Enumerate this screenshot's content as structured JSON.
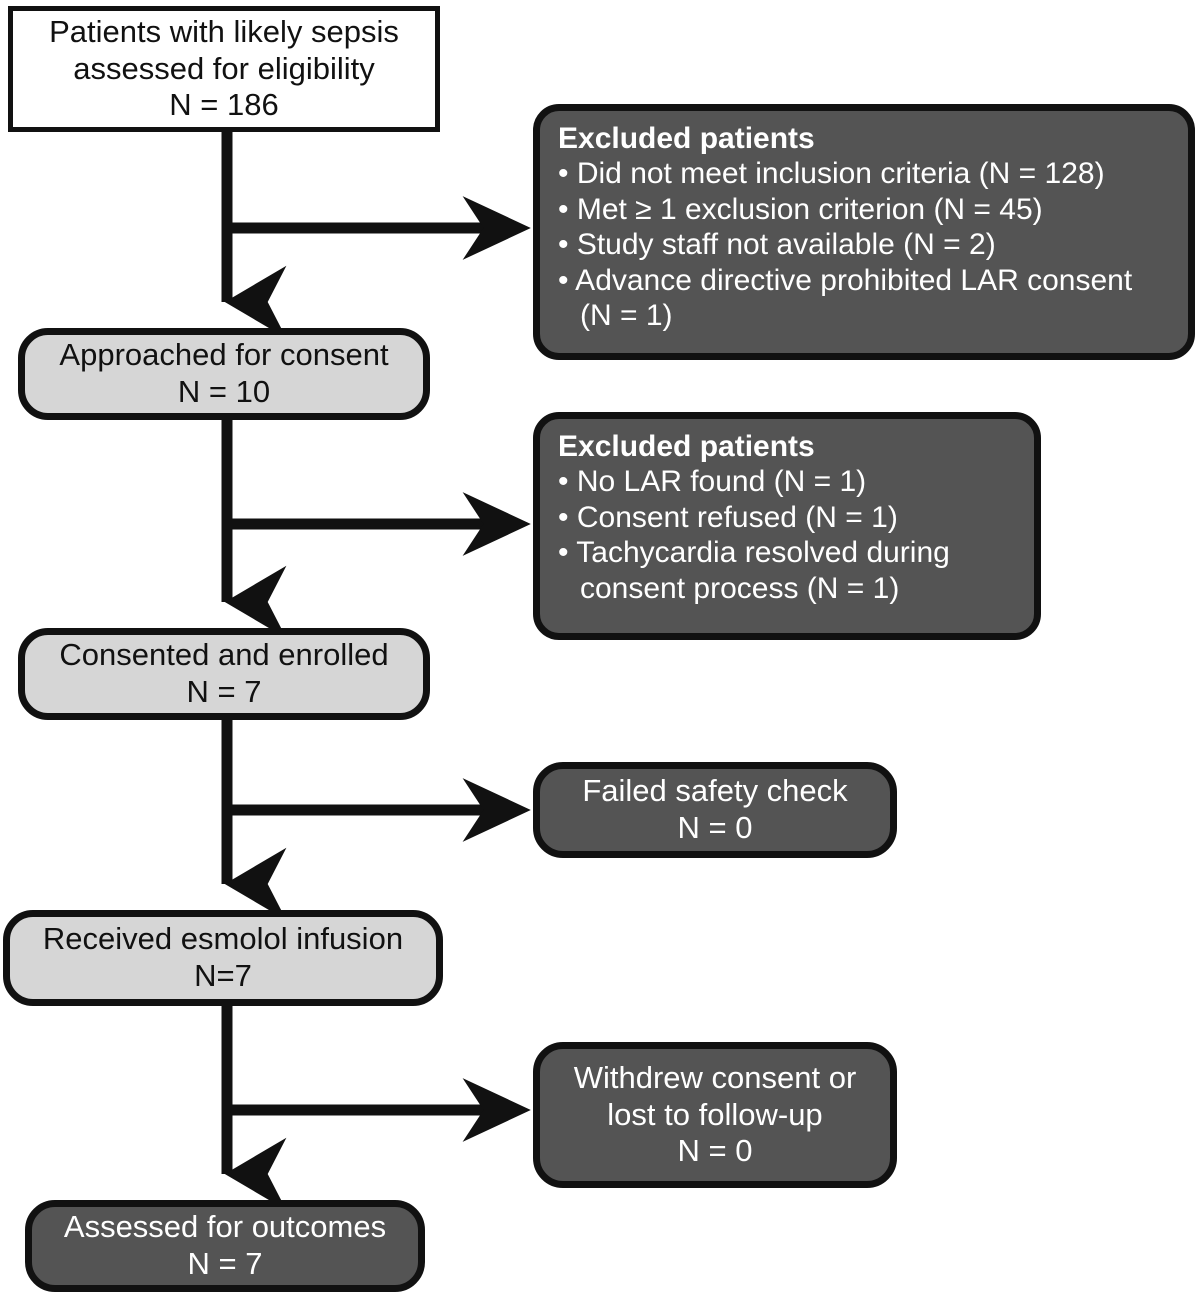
{
  "diagram": {
    "type": "consort-flow-diagram",
    "title": "Patient enrollment flow",
    "colors": {
      "page_background": "#ffffff",
      "stroke": "#111111",
      "light_box_fill": "#d6d6d6",
      "dark_box_fill": "#545454",
      "dark_box_text": "#ffffff",
      "light_box_text": "#111111"
    }
  },
  "nodes": {
    "screened": {
      "style": "white-rectangle",
      "lines": [
        "Patients with likely sepsis",
        "assessed for eligibility",
        "N = 186"
      ]
    },
    "approached": {
      "style": "light-rounded",
      "lines": [
        "Approached for consent",
        "N = 10"
      ]
    },
    "consented": {
      "style": "light-rounded",
      "lines": [
        "Consented and enrolled",
        "N = 7"
      ]
    },
    "esmolol": {
      "style": "light-rounded",
      "lines": [
        "Received esmolol infusion",
        "N=7"
      ]
    },
    "outcomes": {
      "style": "dark-rounded",
      "lines": [
        "Assessed for outcomes",
        "N = 7"
      ]
    },
    "excluded_1": {
      "style": "dark-rounded",
      "heading": "Excluded patients",
      "bullets": [
        "• Did not meet inclusion criteria (N = 128)",
        "• Met ≥ 1 exclusion criterion (N = 45)",
        "• Study staff not available (N = 2)",
        "• Advance directive prohibited LAR consent (N = 1)"
      ]
    },
    "excluded_2": {
      "style": "dark-rounded",
      "heading": "Excluded patients",
      "bullets": [
        "• No LAR found (N = 1)",
        "• Consent refused (N = 1)",
        "• Tachycardia resolved during consent process (N = 1)"
      ]
    },
    "safety": {
      "style": "dark-rounded",
      "lines": [
        "Failed safety check",
        "N = 0"
      ]
    },
    "withdrew": {
      "style": "dark-rounded",
      "lines": [
        "Withdrew consent or",
        "lost to follow-up",
        "N = 0"
      ]
    }
  },
  "edges": [
    {
      "from": "screened",
      "to": "approached",
      "kind": "vertical-arrow"
    },
    {
      "from": "screened",
      "to": "excluded_1",
      "kind": "branch-arrow-right"
    },
    {
      "from": "approached",
      "to": "consented",
      "kind": "vertical-arrow"
    },
    {
      "from": "approached",
      "to": "excluded_2",
      "kind": "branch-arrow-right"
    },
    {
      "from": "consented",
      "to": "esmolol",
      "kind": "vertical-arrow"
    },
    {
      "from": "consented",
      "to": "safety",
      "kind": "branch-arrow-right"
    },
    {
      "from": "esmolol",
      "to": "outcomes",
      "kind": "vertical-arrow"
    },
    {
      "from": "esmolol",
      "to": "withdrew",
      "kind": "branch-arrow-right"
    }
  ]
}
